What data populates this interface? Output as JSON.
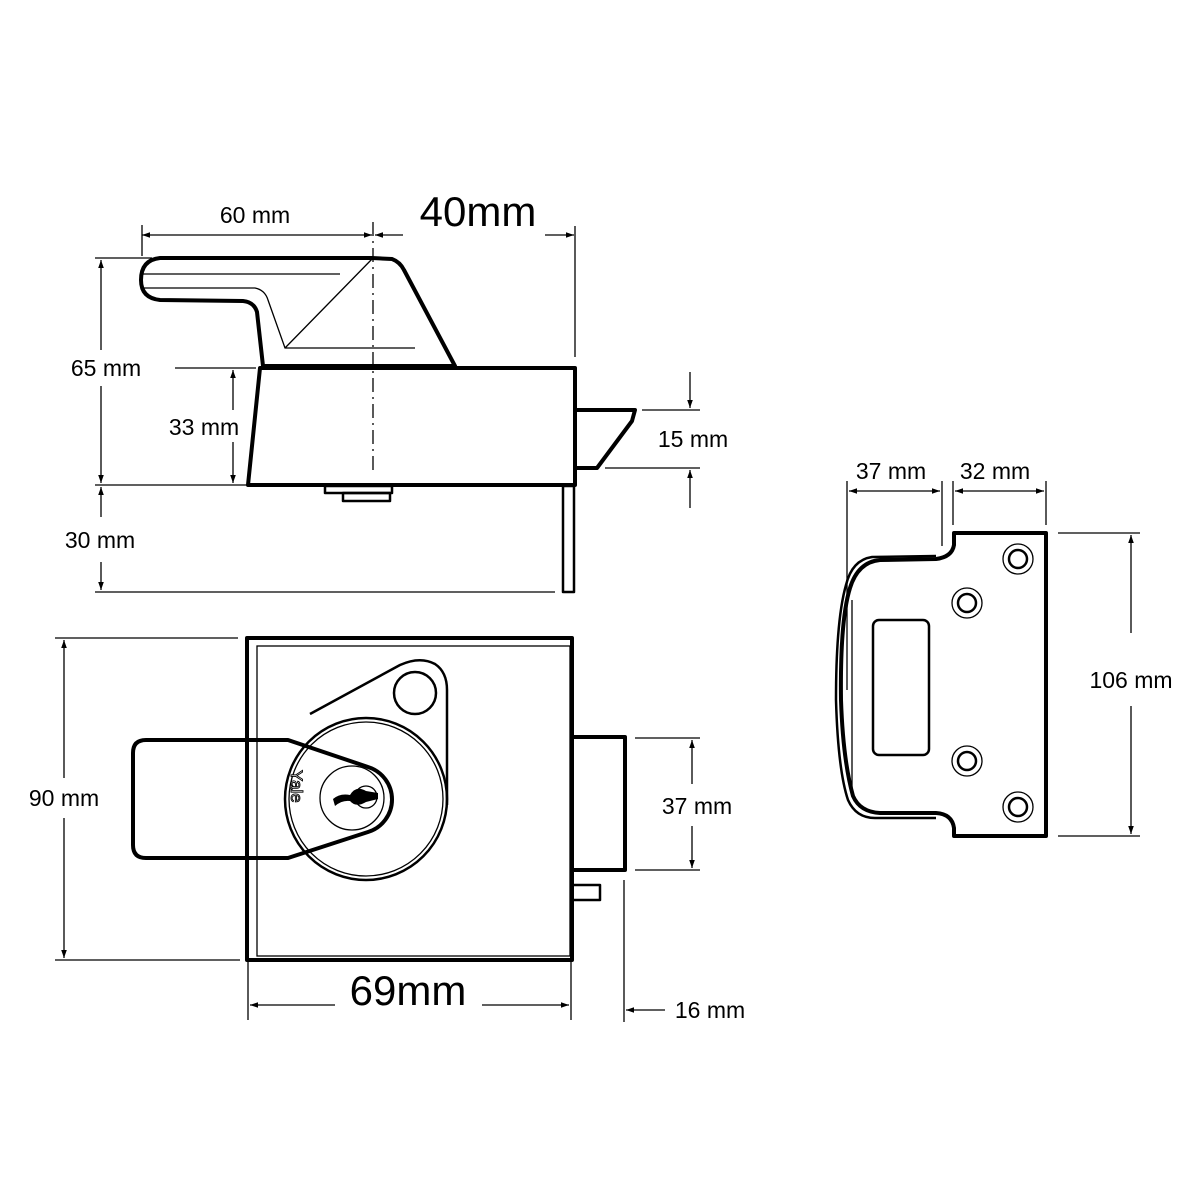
{
  "side_view": {
    "handle_reach": "60 mm",
    "projection": "40mm",
    "overall_height": "65 mm",
    "body_height": "33 mm",
    "plate_depth": "30 mm",
    "latch_height": "15 mm"
  },
  "front_view": {
    "height": "90 mm",
    "bolt_height": "37 mm",
    "width": "69mm",
    "bolt_projection": "16 mm",
    "brand": "Yale"
  },
  "keeper": {
    "lip_width": "37 mm",
    "plate_width": "32 mm",
    "height": "106 mm"
  }
}
